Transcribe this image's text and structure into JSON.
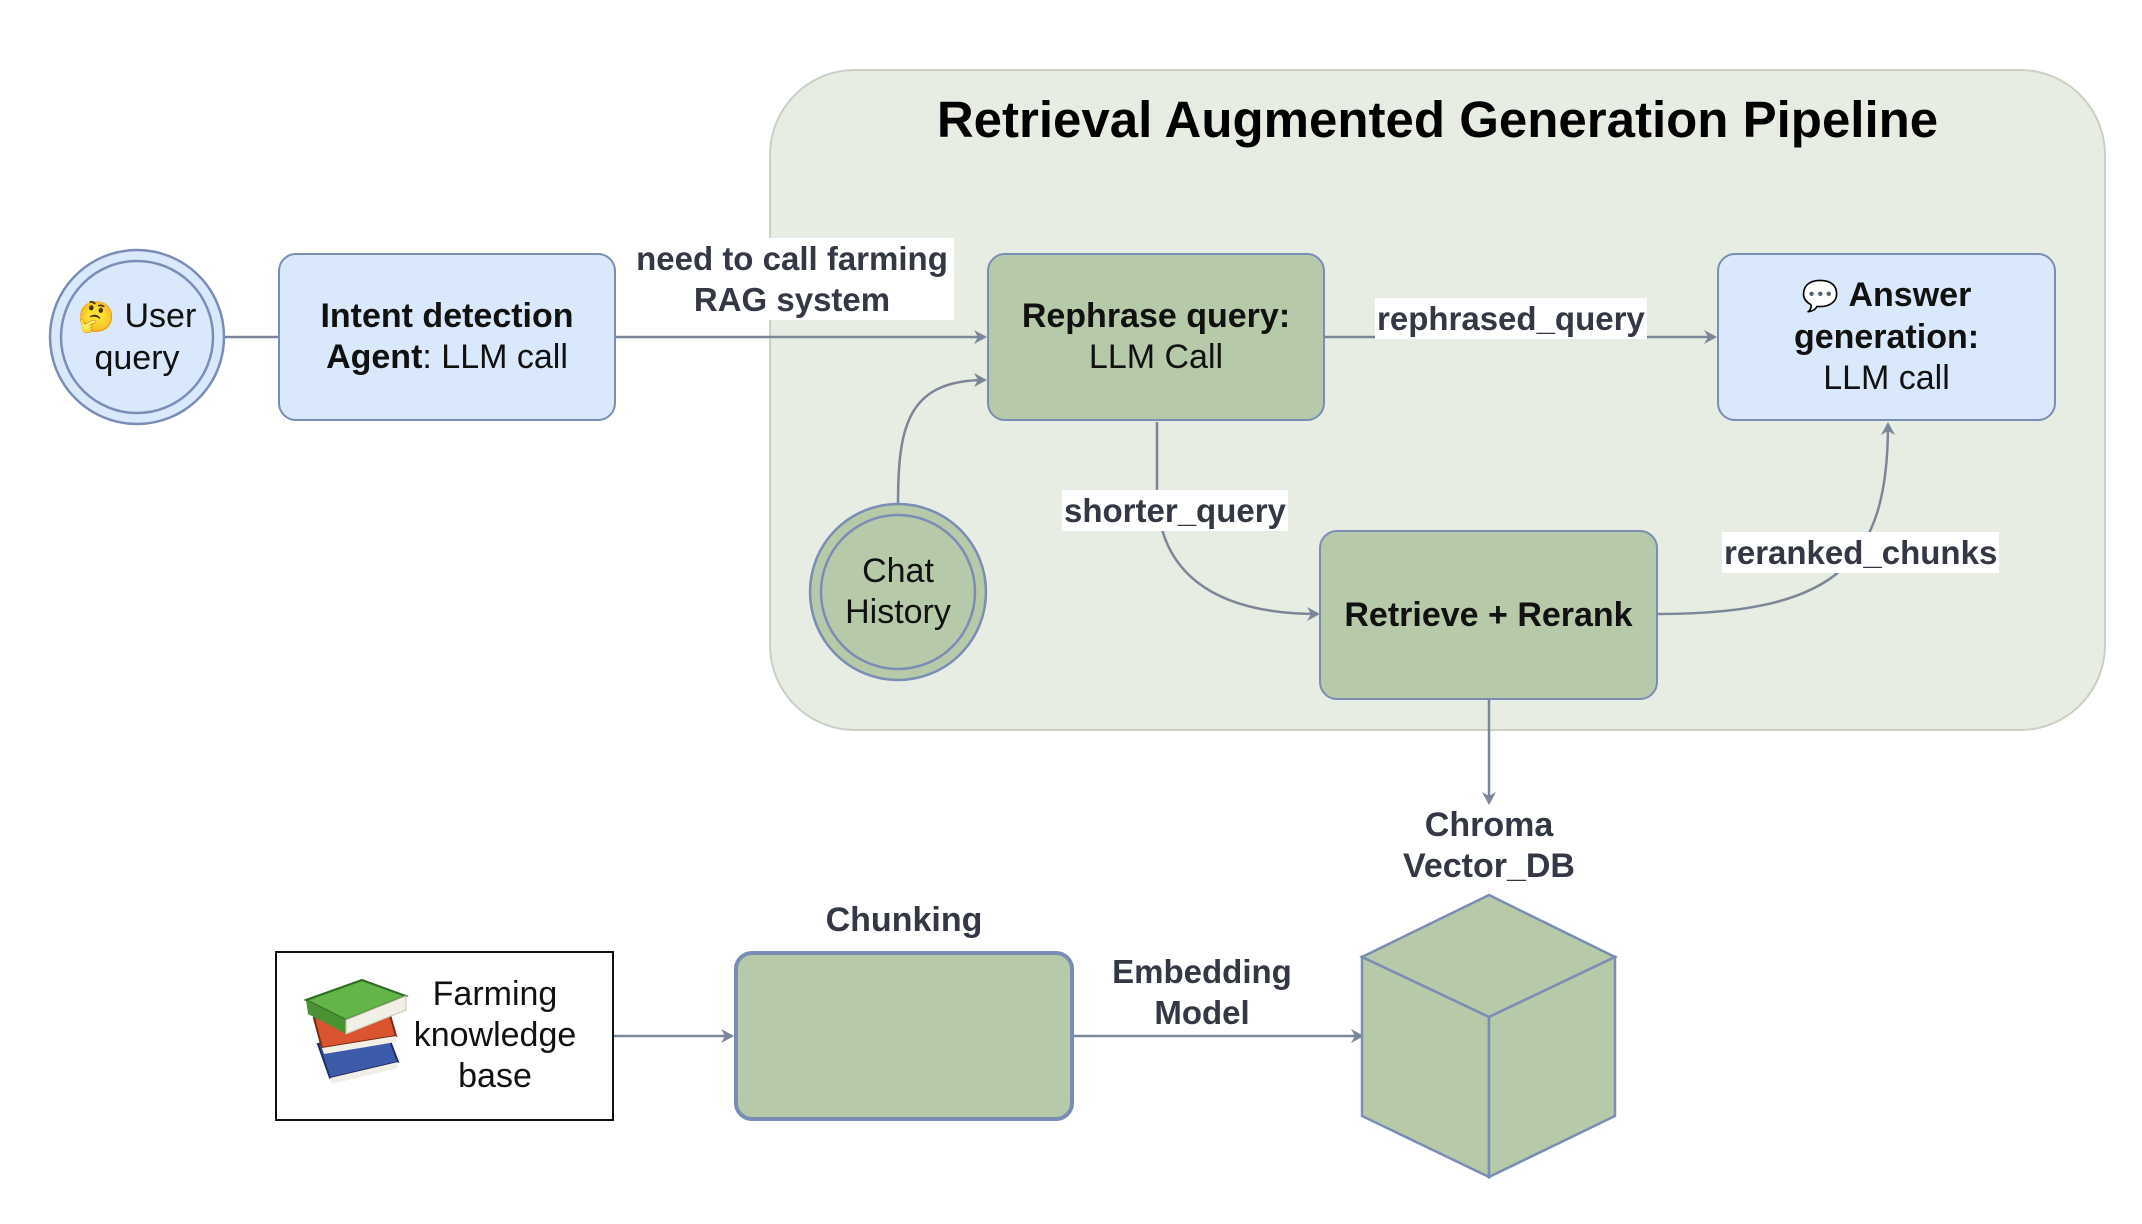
{
  "group": {
    "title": "Retrieval Augmented Generation Pipeline"
  },
  "nodes": {
    "user_query": {
      "icon": "thinking-face-icon",
      "line1": "User",
      "line2": "query"
    },
    "intent": {
      "line1": "Intent detection",
      "line2_bold": "Agent",
      "line2_rest": ": LLM call"
    },
    "rephrase": {
      "line1": "Rephrase query:",
      "line2": "LLM Call"
    },
    "answer": {
      "icon": "speech-bubble-icon",
      "line1": "Answer",
      "line2": "generation:",
      "line3": "LLM call"
    },
    "chat_history": {
      "line1": "Chat",
      "line2": "History"
    },
    "retrieve": {
      "label": "Retrieve + Rerank"
    },
    "farming_kb": {
      "icon": "books-icon",
      "line1": "Farming",
      "line2": "knowledge",
      "line3": "base"
    },
    "chunking": {
      "label": "Chunking"
    },
    "vector_db": {
      "line1": "Chroma",
      "line2": "Vector_DB"
    }
  },
  "edges": {
    "intent_to_rephrase": {
      "line1": "need to call farming",
      "line2": "RAG system"
    },
    "rephrase_to_answer": {
      "label": "rephrased_query"
    },
    "rephrase_to_retrieve": {
      "label": "shorter_query"
    },
    "retrieve_to_answer": {
      "label": "reranked_chunks"
    },
    "chunking_to_vectordb": {
      "line1": "Embedding",
      "line2": "Model"
    }
  },
  "colors": {
    "group_fill": "#e8ede4",
    "blue_fill": "#dae8fc",
    "green_fill": "#b6c9a9",
    "stroke": "#7a8db5",
    "arrow": "#7b8799"
  }
}
